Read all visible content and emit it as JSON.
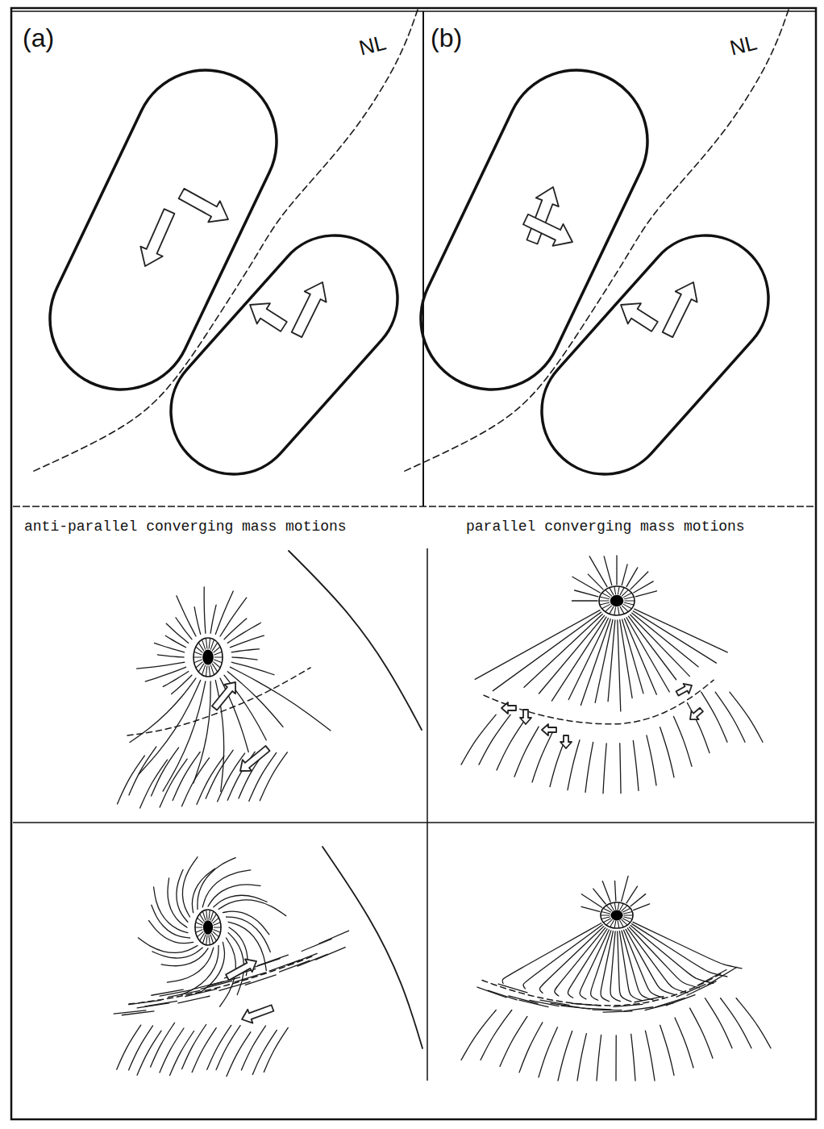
{
  "diagram": {
    "labels": [
      "(a)",
      "NL",
      "(b)",
      "NL",
      "anti-parallel converging mass motions",
      "parallel converging mass motions"
    ]
  }
}
